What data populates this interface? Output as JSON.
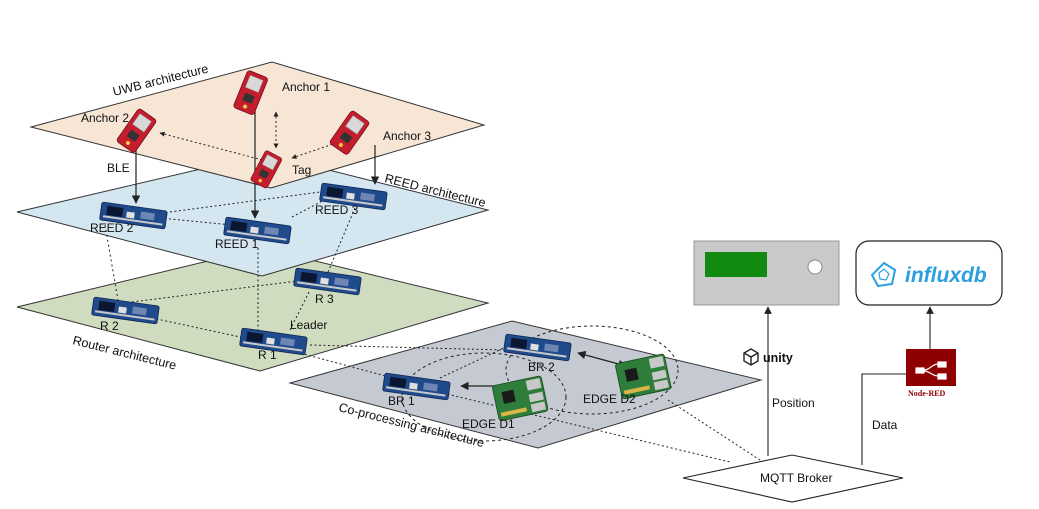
{
  "colors": {
    "uwb_plane": "#f7e6d6",
    "reed_plane": "#d4e6f0",
    "router_plane": "#cfdcbf",
    "coproc_plane": "#c5c9d2",
    "board_blue": "#1f4a8c",
    "anchor_red": "#c41e2e",
    "raspberry_green": "#2f7d3a",
    "unity_screen": "#128a12",
    "nodered_red": "#8f0000",
    "influx_blue": "#2a9fe0"
  },
  "planes": {
    "uwb": "UWB architecture",
    "reed": "REED architecture",
    "router": "Router architecture",
    "coproc": "Co-processing architecture"
  },
  "nodes": {
    "anchor1": "Anchor 1",
    "anchor2": "Anchor 2",
    "anchor3": "Anchor 3",
    "tag": "Tag",
    "reed1": "REED 1",
    "reed2": "REED 2",
    "reed3": "REED 3",
    "r1": "R 1",
    "r2": "R 2",
    "r3": "R 3",
    "leader": "Leader",
    "br1": "BR 1",
    "br2": "BR 2",
    "edge1": "EDGE D1",
    "edge2": "EDGE D2"
  },
  "links": {
    "ble": "BLE",
    "position": "Position",
    "data": "Data"
  },
  "services": {
    "unity": "unity",
    "influxdb": "influxdb",
    "nodered": "Node-RED",
    "mqtt": "MQTT Broker"
  }
}
